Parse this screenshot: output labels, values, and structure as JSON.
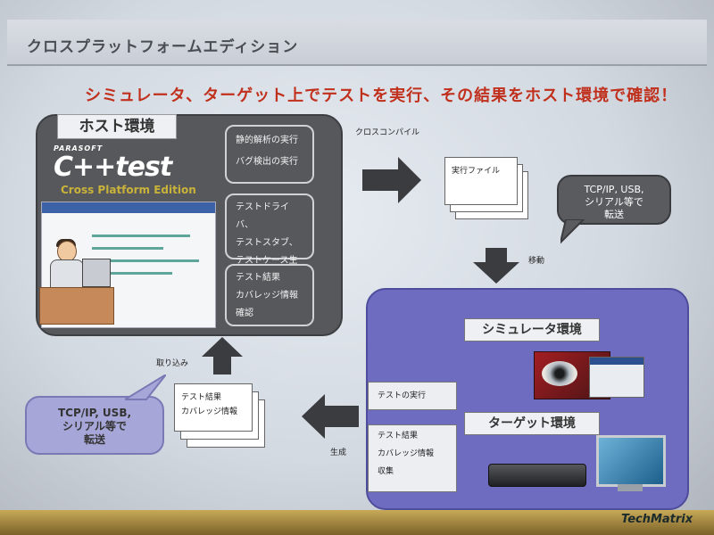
{
  "slide": {
    "title": "クロスプラットフォームエディション",
    "headline": "シミュレータ、ターゲット上でテストを実行、その結果をホスト環境で確認！"
  },
  "host": {
    "label": "ホスト環境",
    "brand_small": "PARASOFT",
    "brand_product": "C++test",
    "brand_edition": "Cross Platform Edition",
    "ops": [
      [
        "静的解析の実行",
        "バグ検出の実行"
      ],
      [
        "テストドライバ、",
        "テストスタブ、",
        "テストケース生成"
      ],
      [
        "テスト結果",
        "カバレッジ情報",
        "確認"
      ]
    ]
  },
  "cross_compile_label": "クロスコンパイル",
  "exec_file_label": "実行ファイル",
  "bubble_right": [
    "TCP/IP, USB,",
    "シリアル等で",
    "転送"
  ],
  "move_label": "移動",
  "target": {
    "sim_label": "シミュレータ環境",
    "target_label": "ターゲット環境",
    "run_test": "テストの実行",
    "results": [
      "テスト結果",
      "カバレッジ情報",
      "収集"
    ]
  },
  "generate_label": "生成",
  "import_label": "取り込み",
  "result_doc": [
    "テスト結果",
    "カバレッジ情報"
  ],
  "bubble_left": [
    "TCP/IP, USB,",
    "シリアル等で",
    "転送"
  ],
  "footer_logo": "TechMatrix"
}
